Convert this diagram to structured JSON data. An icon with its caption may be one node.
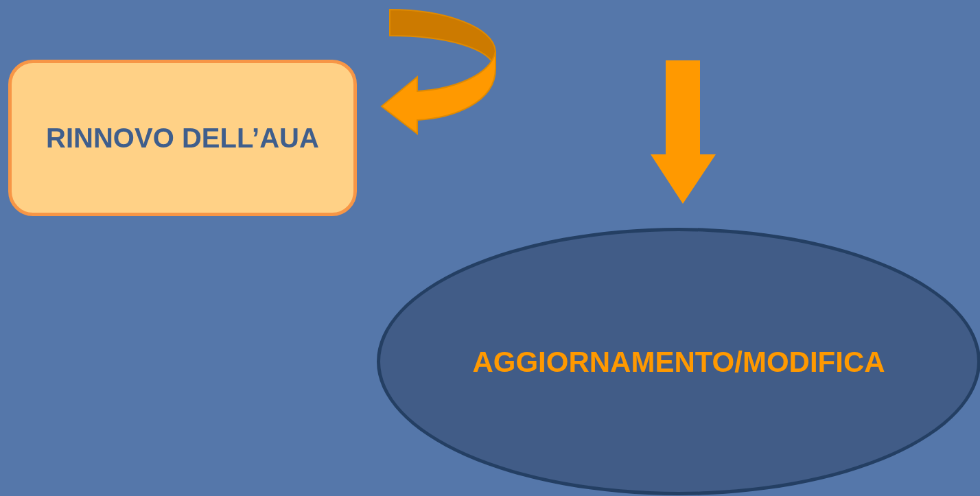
{
  "diagram": {
    "nodes": [
      {
        "text": [
          "RINNOVO DELL’AUA"
        ]
      },
      {
        "text": [
          "AGGIORNAMENTO/MODIFICA"
        ]
      }
    ],
    "edges": [
      {
        "from": null,
        "to": 0,
        "arrow": "to"
      },
      {
        "from": null,
        "to": 1,
        "arrow": "to"
      }
    ]
  }
}
